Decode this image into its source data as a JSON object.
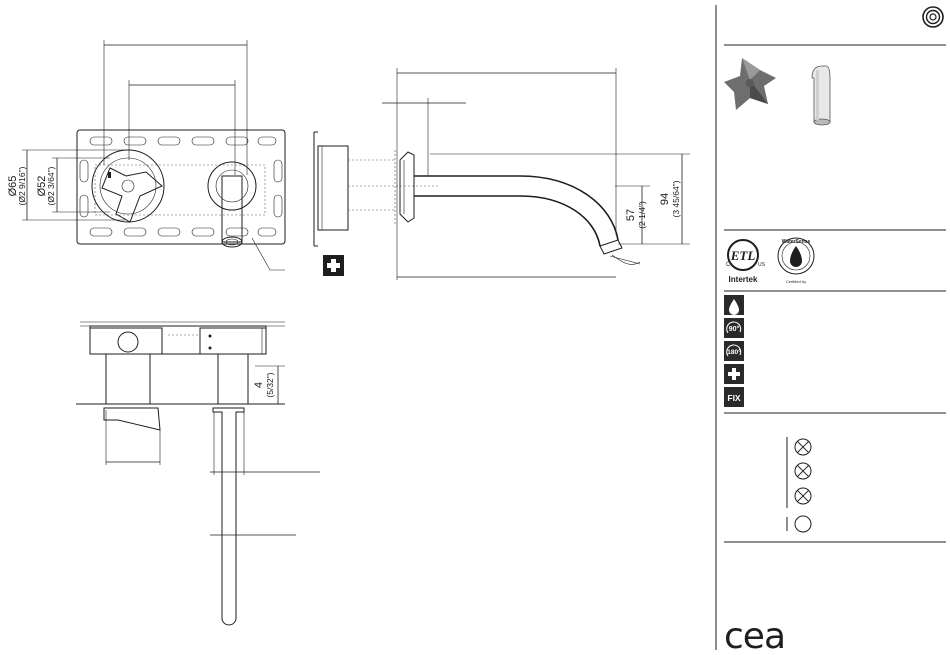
{
  "dimensions": {
    "d65": "Ø65",
    "d65_in": "(Ø2 9/16\")",
    "d52": "Ø52",
    "d52_in": "(Ø2 3/64\")",
    "h57": "57",
    "h57_in": "(2 1/4\")",
    "h94": "94",
    "h94_in": "(3 45/64\")",
    "t4": "4",
    "t4_in": "(5/32\")"
  },
  "certifications": {
    "etl_mark": "ETL",
    "etl_c": "C",
    "etl_us": "US",
    "intertek": "Intertek",
    "watersense": "WaterSense",
    "watersense_sub": "Certified by"
  },
  "feature_icons": [
    {
      "icon": "water-drop-icon"
    },
    {
      "icon": "rotate-90-icon",
      "label": "90°"
    },
    {
      "icon": "rotate-180-icon",
      "label": "180°"
    },
    {
      "icon": "plus-icon"
    },
    {
      "icon": "fix-icon",
      "label": "FIX"
    }
  ],
  "options": [
    {
      "icon": "crossed-circle-icon"
    },
    {
      "icon": "crossed-circle-icon"
    },
    {
      "icon": "crossed-circle-icon"
    },
    {
      "icon": "open-circle-icon"
    }
  ],
  "brand": {
    "logo_text": "cea"
  },
  "colors": {
    "line": "#1e1e1e",
    "icon_bg": "#2a2a2a",
    "handle": "#6e6e6e"
  }
}
